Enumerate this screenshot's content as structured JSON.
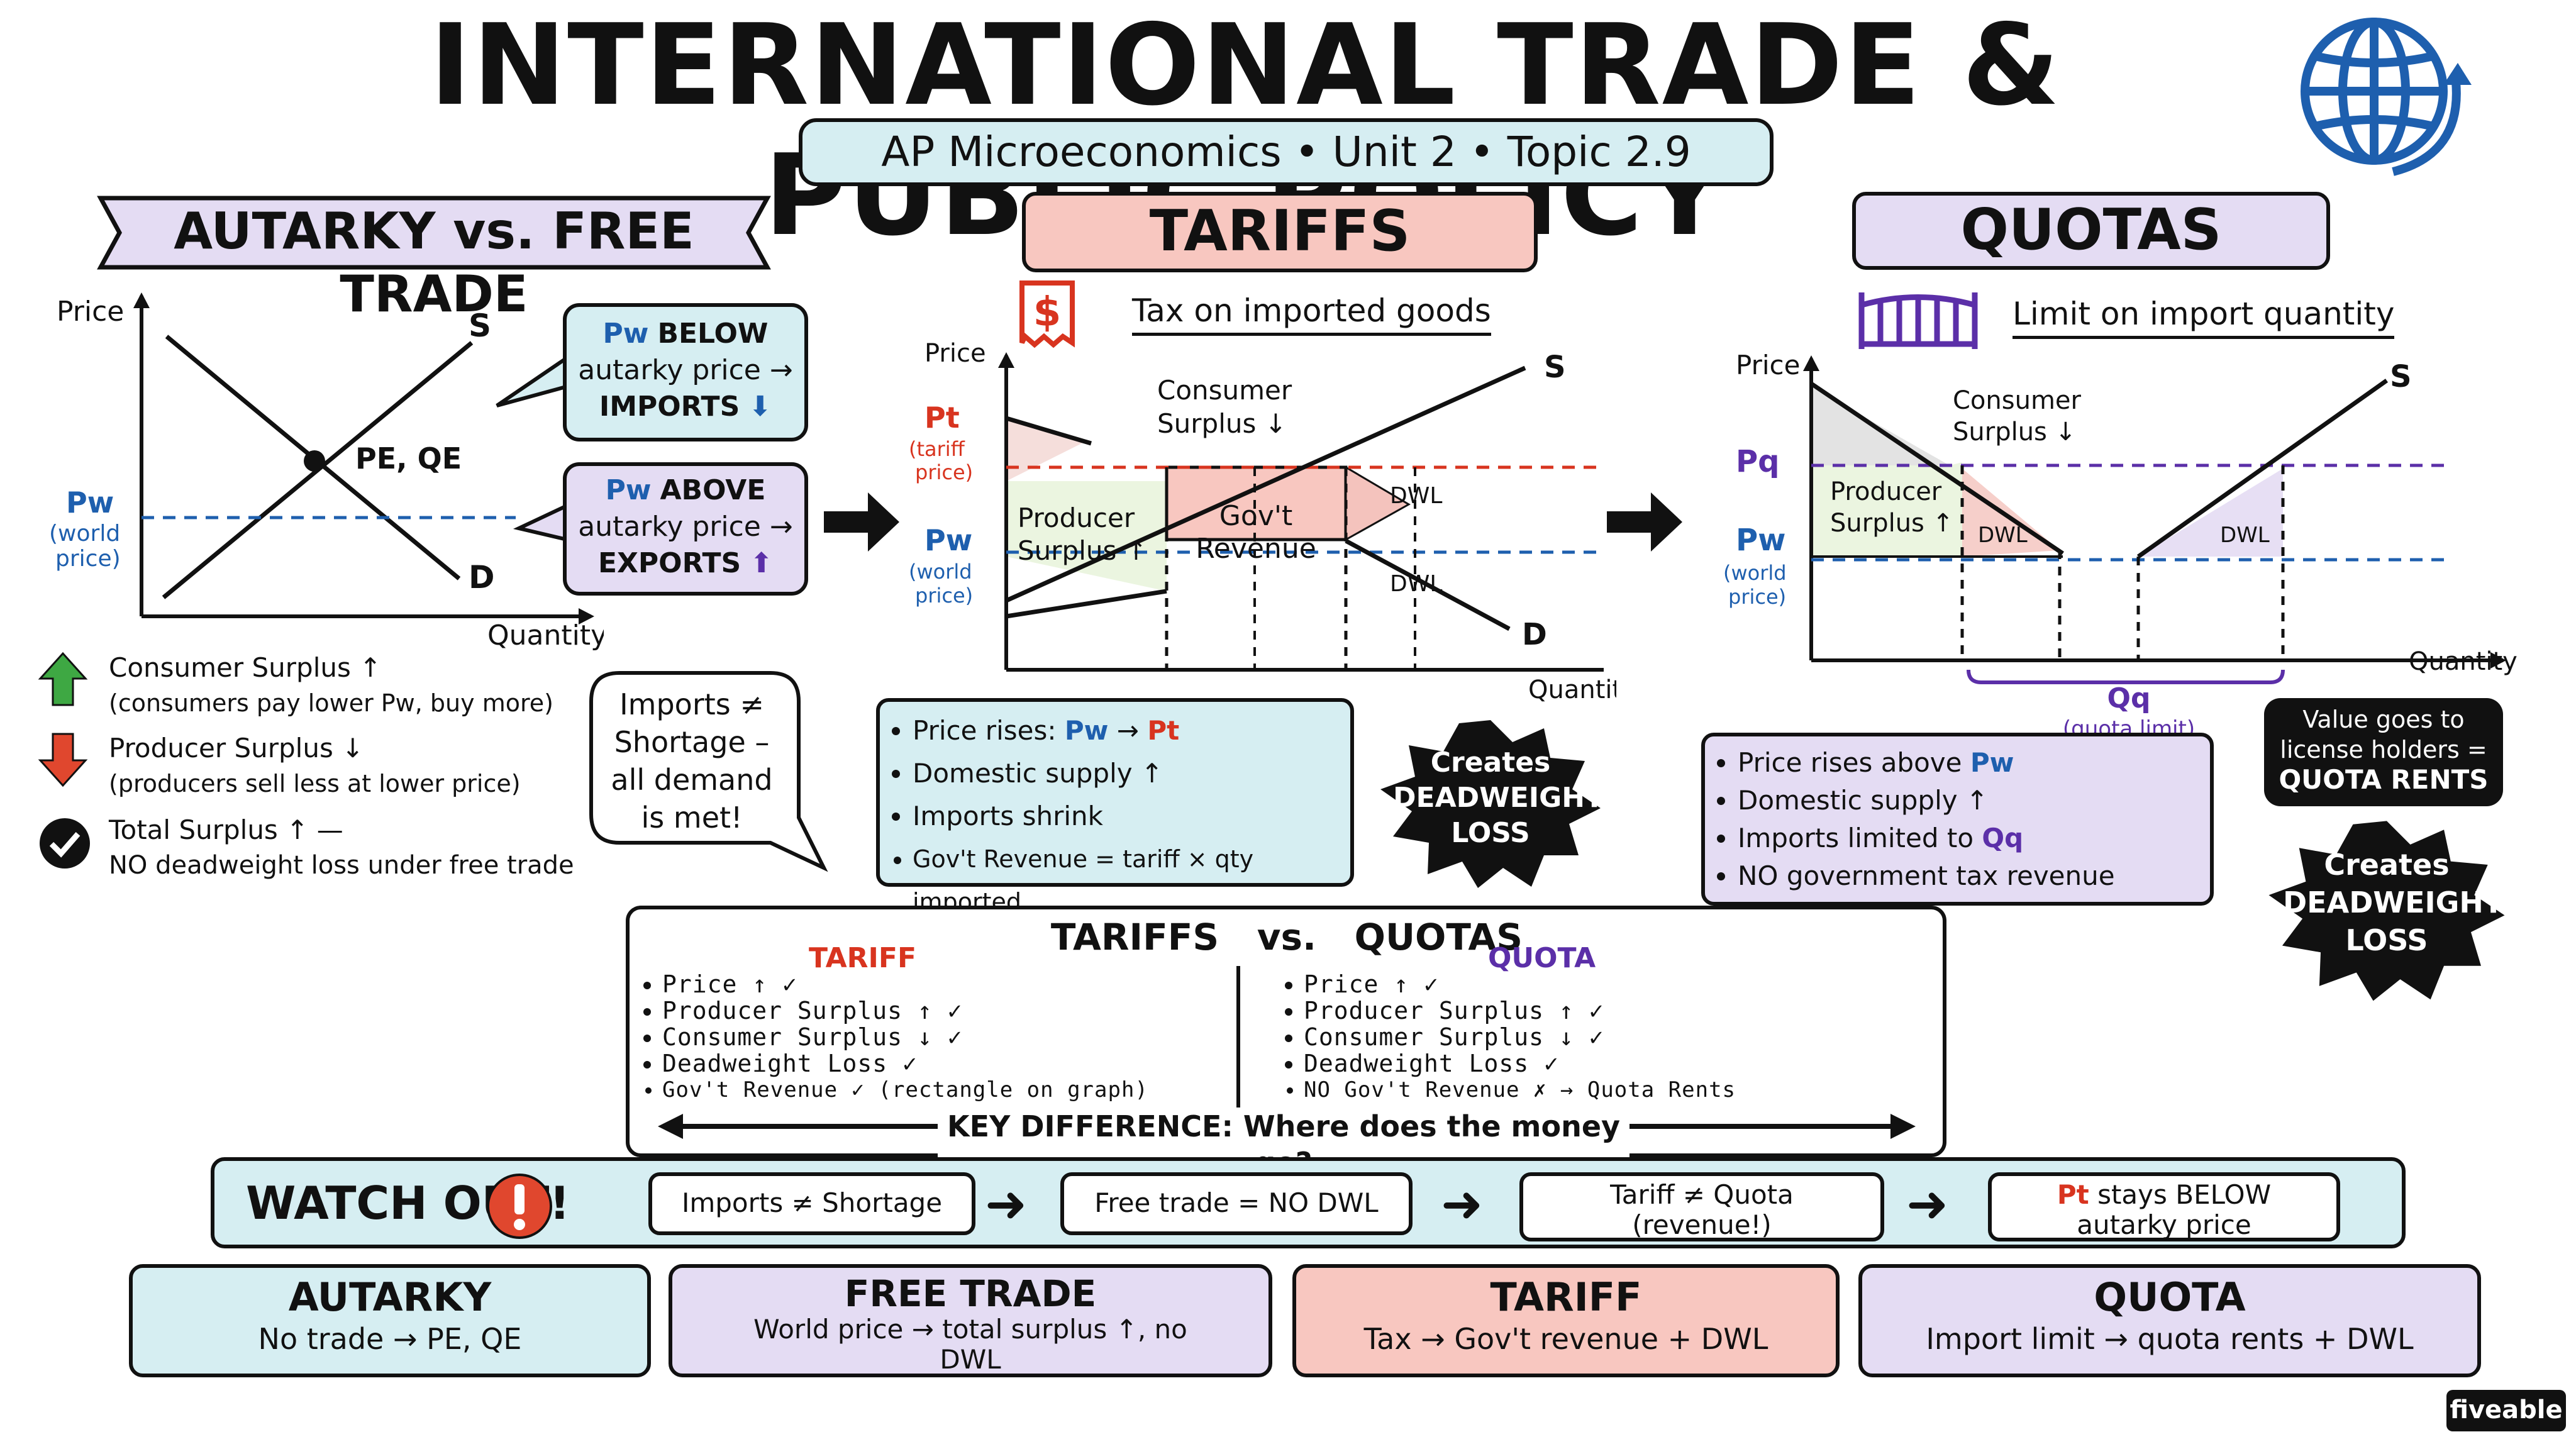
{
  "header": {
    "title": "INTERNATIONAL TRADE & PUBLIC POLICY",
    "subtitle": "AP Microeconomics • Unit 2 • Topic 2.9"
  },
  "colors": {
    "blue": "#1e5fae",
    "red": "#d8341f",
    "purple": "#5b2fa8",
    "teal_bg": "#d6eef2",
    "pink_bg": "#f8c7c0",
    "lavender_bg": "#e4dcf3"
  },
  "autarky": {
    "banner": "AUTARKY vs. FREE TRADE",
    "graph": {
      "price_axis": "Price",
      "quantity_axis": "Quantity",
      "supply": "S",
      "demand": "D",
      "equilibrium": "PE, QE",
      "pw_label": "Pw",
      "pw_note_1": "(world",
      "pw_note_2": "price)"
    },
    "callout_below": {
      "pw": "Pw",
      "line1": "BELOW",
      "line2": "autarky price →",
      "line3": "IMPORTS"
    },
    "callout_above": {
      "pw": "Pw",
      "line1": "ABOVE",
      "line2": "autarky price →",
      "line3": "EXPORTS"
    },
    "effects": [
      {
        "icon": "green-up-arrow-icon",
        "title": "Consumer Surplus ↑",
        "note": "(consumers pay lower Pw, buy more)"
      },
      {
        "icon": "red-down-arrow-icon",
        "title": "Producer Surplus ↓",
        "note": "(producers sell less at lower price)"
      },
      {
        "icon": "check-circle-icon",
        "title": "Total Surplus ↑ —",
        "note": "NO deadweight loss under free trade"
      }
    ],
    "speech": [
      "Imports ≠",
      "Shortage –",
      "all demand",
      "is met!"
    ]
  },
  "tariffs": {
    "banner": "TARIFFS",
    "subtitle": "Tax on imported goods",
    "graph": {
      "price_axis": "Price",
      "quantity_axis": "Quantity",
      "supply": "S",
      "demand": "D",
      "pt": "Pt",
      "pt_note_1": "(tariff",
      "pt_note_2": "price)",
      "pw": "Pw",
      "pw_note_1": "(world",
      "pw_note_2": "price)",
      "cs": "Consumer",
      "cs2": "Surplus ↓",
      "ps": "Producer",
      "ps2": "Surplus ↑",
      "rev": "Gov't",
      "rev2": "Revenue",
      "dwl1": "DWL",
      "dwl2": "DWL"
    },
    "bullets": [
      "Price rises: Pw → Pt",
      "Domestic supply ↑",
      "Imports shrink",
      "Gov't Revenue = tariff × qty imported"
    ],
    "badge": [
      "Creates",
      "DEADWEIGHT",
      "LOSS"
    ]
  },
  "quotas": {
    "banner": "QUOTAS",
    "subtitle": "Limit on import quantity",
    "graph": {
      "price_axis": "Price",
      "quantity_axis": "Quantity",
      "supply": "S",
      "pq": "Pq",
      "pw": "Pw",
      "pw_note_1": "(world",
      "pw_note_2": "price)",
      "cs": "Consumer",
      "cs2": "Surplus ↓",
      "ps": "Producer",
      "ps2": "Surplus ↑",
      "dwl1": "DWL",
      "dwl2": "DWL",
      "qq": "Qq",
      "qq_note": "(quota limit)"
    },
    "bullets": [
      "Price rises above Pw",
      "Domestic supply ↑",
      "Imports limited to Qq",
      "NO government tax revenue"
    ],
    "rents_box": [
      "Value goes to",
      "license holders =",
      "QUOTA RENTS"
    ],
    "badge": [
      "Creates",
      "DEADWEIGHT",
      "LOSS"
    ]
  },
  "comparison": {
    "title": "TARIFFS   vs.   QUOTAS",
    "tariff_head": "TARIFF",
    "quota_head": "QUOTA",
    "tariff_items": [
      "Price ↑ ✓",
      "Producer Surplus ↑ ✓",
      "Consumer Surplus ↓ ✓",
      "Deadweight Loss ✓",
      "Gov't Revenue ✓ (rectangle on graph)"
    ],
    "quota_items": [
      "Price ↑ ✓",
      "Producer Surplus ↑ ✓",
      "Consumer Surplus ↓ ✓",
      "Deadweight Loss ✓",
      "NO Gov't Revenue ✗ → Quota Rents"
    ],
    "key_difference": "KEY DIFFERENCE: Where does the money go?"
  },
  "watch_out": {
    "label": "WATCH OUT!",
    "items": [
      "Imports ≠ Shortage",
      "Free trade = NO DWL",
      "Tariff ≠ Quota (revenue!)",
      "Pt stays BELOW autarky price"
    ]
  },
  "summary": [
    {
      "title": "AUTARKY",
      "text": "No trade → PE, QE"
    },
    {
      "title": "FREE TRADE",
      "text": "World price → total surplus ↑, no DWL"
    },
    {
      "title": "TARIFF",
      "text": "Tax → Gov't revenue + DWL"
    },
    {
      "title": "QUOTA",
      "text": "Import limit → quota rents + DWL"
    }
  ],
  "brand": "fiveable"
}
